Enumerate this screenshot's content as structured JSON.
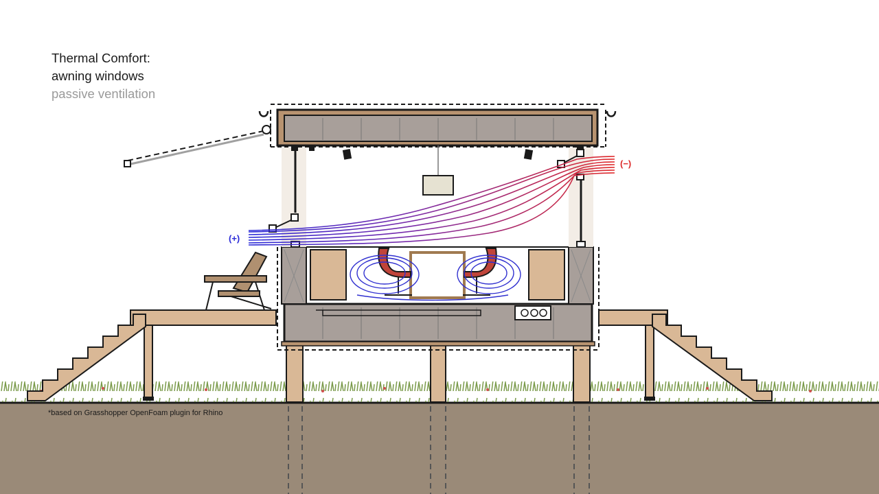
{
  "title": {
    "line1": "Thermal Comfort:",
    "line2": "awning windows",
    "line3": "passive ventilation"
  },
  "labels": {
    "inflow": "(+)",
    "outflow": "(−)",
    "footnote": "*based on Grasshopper OpenFoam plugin for Rhino"
  },
  "colors": {
    "inflow": "#2a2ad8",
    "outflow": "#dd2a2a",
    "ground": "#9a8a78",
    "wood": "#d9b896",
    "concrete": "#a89f9a"
  }
}
